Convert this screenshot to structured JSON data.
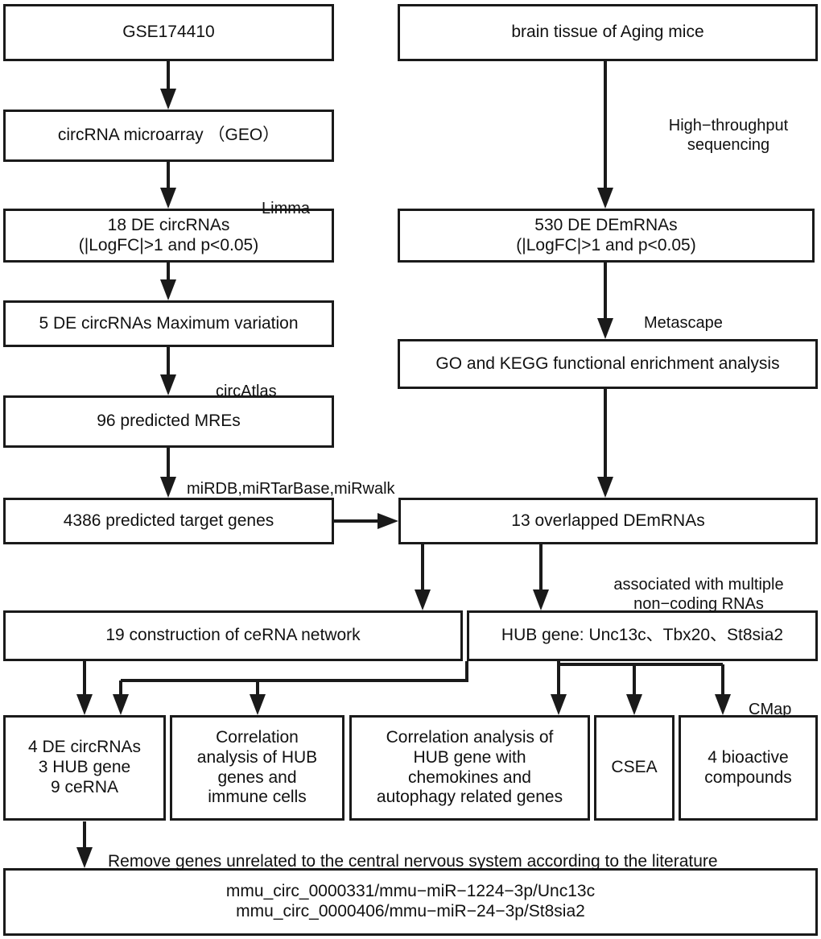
{
  "diagram": {
    "title": "circRNA ceRNA network analysis workflow",
    "accent_color": "#1a1a1a",
    "background_color": "#ffffff"
  },
  "nodes": {
    "gse": "GSE174410",
    "brain_tissue": "brain tissue of Aging mice",
    "circrna_microarray": "circRNA microarray （GEO）",
    "de_circrnas_18": "18 DE circRNAs\n(|LogFC|>1 and p<0.05)",
    "de_demrnas_530": "530 DE DEmRNAs\n(|LogFC|>1 and p<0.05)",
    "de_circrnas_5": "5 DE circRNAs Maximum variation",
    "go_kegg": "GO and KEGG functional enrichment analysis",
    "mres_96": "96 predicted MREs",
    "target_genes_4386": "4386 predicted target genes",
    "overlapped_13": "13 overlapped DEmRNAs",
    "cerna_network_19": "19 construction of ceRNA network",
    "hub_gene": "HUB gene: Unc13c、Tbx20、St8sia2",
    "result_circ_hub_cerna": "4 DE circRNAs\n3 HUB gene\n9 ceRNA",
    "corr_immune": "Correlation\nanalysis of HUB\ngenes and\nimmune cells",
    "corr_chemokines": "Correlation analysis of\nHUB gene with\nchemokines and\nautophagy related genes",
    "csea": "CSEA",
    "bioactive_compounds": "4 bioactive\ncompounds",
    "final_axes": "mmu_circ_0000331/mmu−miR−1224−3p/Unc13c\nmmu_circ_0000406/mmu−miR−24−3p/St8sia2"
  },
  "edge_labels": {
    "high_throughput": "High−throughput\nsequencing",
    "limma": "Limma",
    "metascape": "Metascape",
    "circatlas": "circAtlas",
    "mir_databases": "miRDB,miRTarBase,miRwalk",
    "associated_ncrna": "associated with multiple\nnon−coding RNAs",
    "cmap": "CMap",
    "remove_genes": "Remove genes unrelated to the central nervous system according to the literature"
  }
}
